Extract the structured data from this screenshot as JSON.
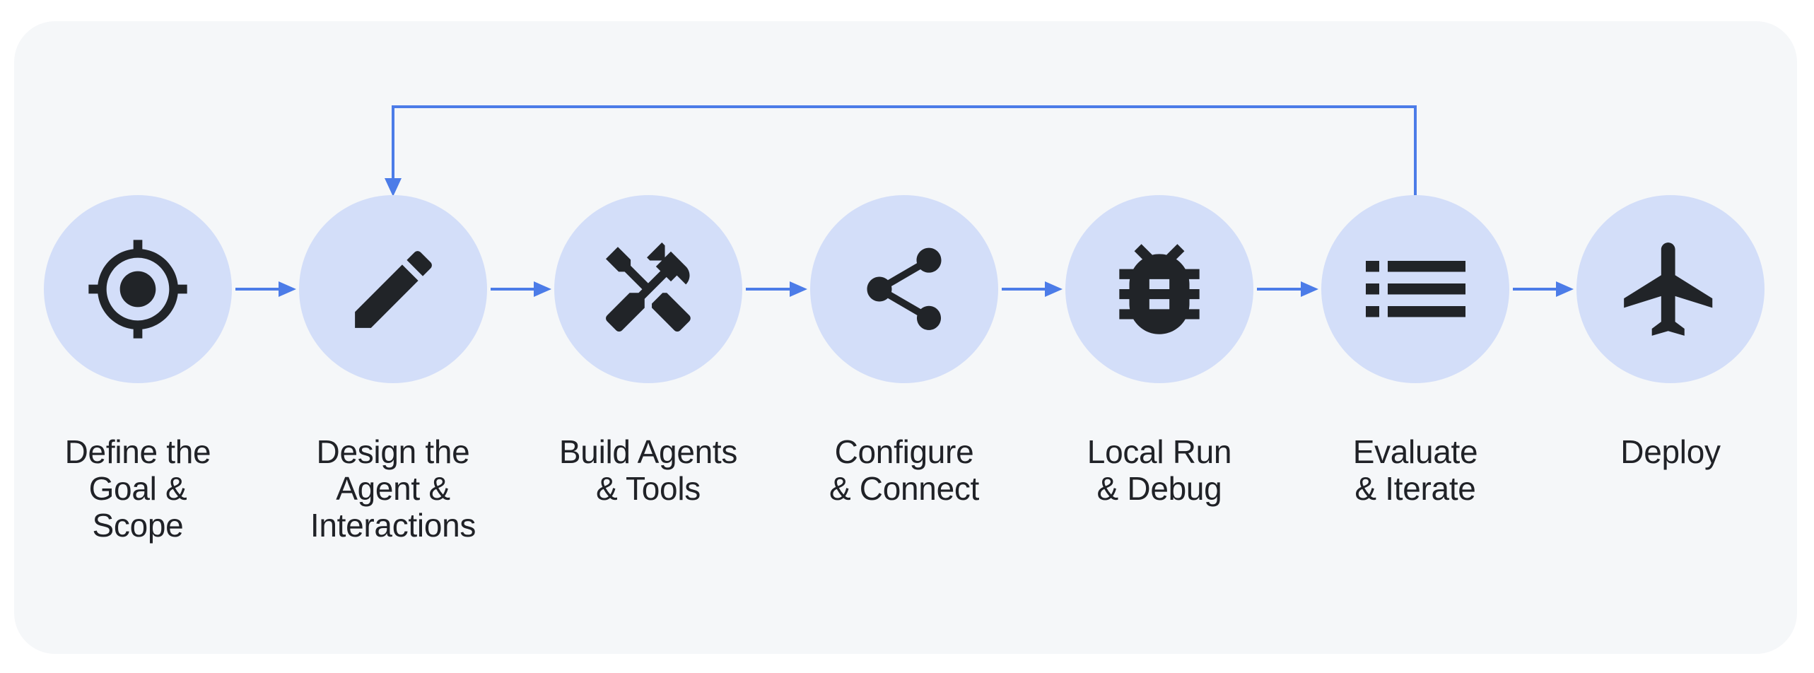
{
  "colors": {
    "page_background": "#ffffff",
    "card_background": "#f5f7f9",
    "node_circle_fill": "#d3def9",
    "icon_color": "#212428",
    "arrow_color": "#4c7ce8",
    "label_color": "#202227"
  },
  "steps": [
    {
      "id": "define-goal",
      "label": "Define the Goal & Scope",
      "icon": "target-icon",
      "lines": [
        "Define the",
        "Goal &",
        "Scope"
      ]
    },
    {
      "id": "design-agent",
      "label": "Design the Agent & Interactions",
      "icon": "pencil-icon",
      "lines": [
        "Design the",
        "Agent &",
        "Interactions"
      ]
    },
    {
      "id": "build-agents",
      "label": "Build Agents & Tools",
      "icon": "tools-icon",
      "lines": [
        "Build Agents",
        "& Tools"
      ]
    },
    {
      "id": "configure-connect",
      "label": "Configure & Connect",
      "icon": "share-icon",
      "lines": [
        "Configure",
        "& Connect"
      ]
    },
    {
      "id": "local-run-debug",
      "label": "Local Run & Debug",
      "icon": "bug-icon",
      "lines": [
        "Local Run",
        "& Debug"
      ]
    },
    {
      "id": "evaluate-iterate",
      "label": "Evaluate & Iterate",
      "icon": "list-icon",
      "lines": [
        "Evaluate",
        "& Iterate"
      ]
    },
    {
      "id": "deploy",
      "label": "Deploy",
      "icon": "airplane-icon",
      "lines": [
        "Deploy"
      ]
    }
  ],
  "edges": [
    {
      "from": "Define the Goal & Scope",
      "to": "Design the Agent & Interactions",
      "type": "forward"
    },
    {
      "from": "Design the Agent & Interactions",
      "to": "Build Agents & Tools",
      "type": "forward"
    },
    {
      "from": "Build Agents & Tools",
      "to": "Configure & Connect",
      "type": "forward"
    },
    {
      "from": "Configure & Connect",
      "to": "Local Run & Debug",
      "type": "forward"
    },
    {
      "from": "Local Run & Debug",
      "to": "Evaluate & Iterate",
      "type": "forward"
    },
    {
      "from": "Evaluate & Iterate",
      "to": "Deploy",
      "type": "forward"
    },
    {
      "from": "Evaluate & Iterate",
      "to": "Design the Agent & Interactions",
      "type": "feedback"
    }
  ]
}
